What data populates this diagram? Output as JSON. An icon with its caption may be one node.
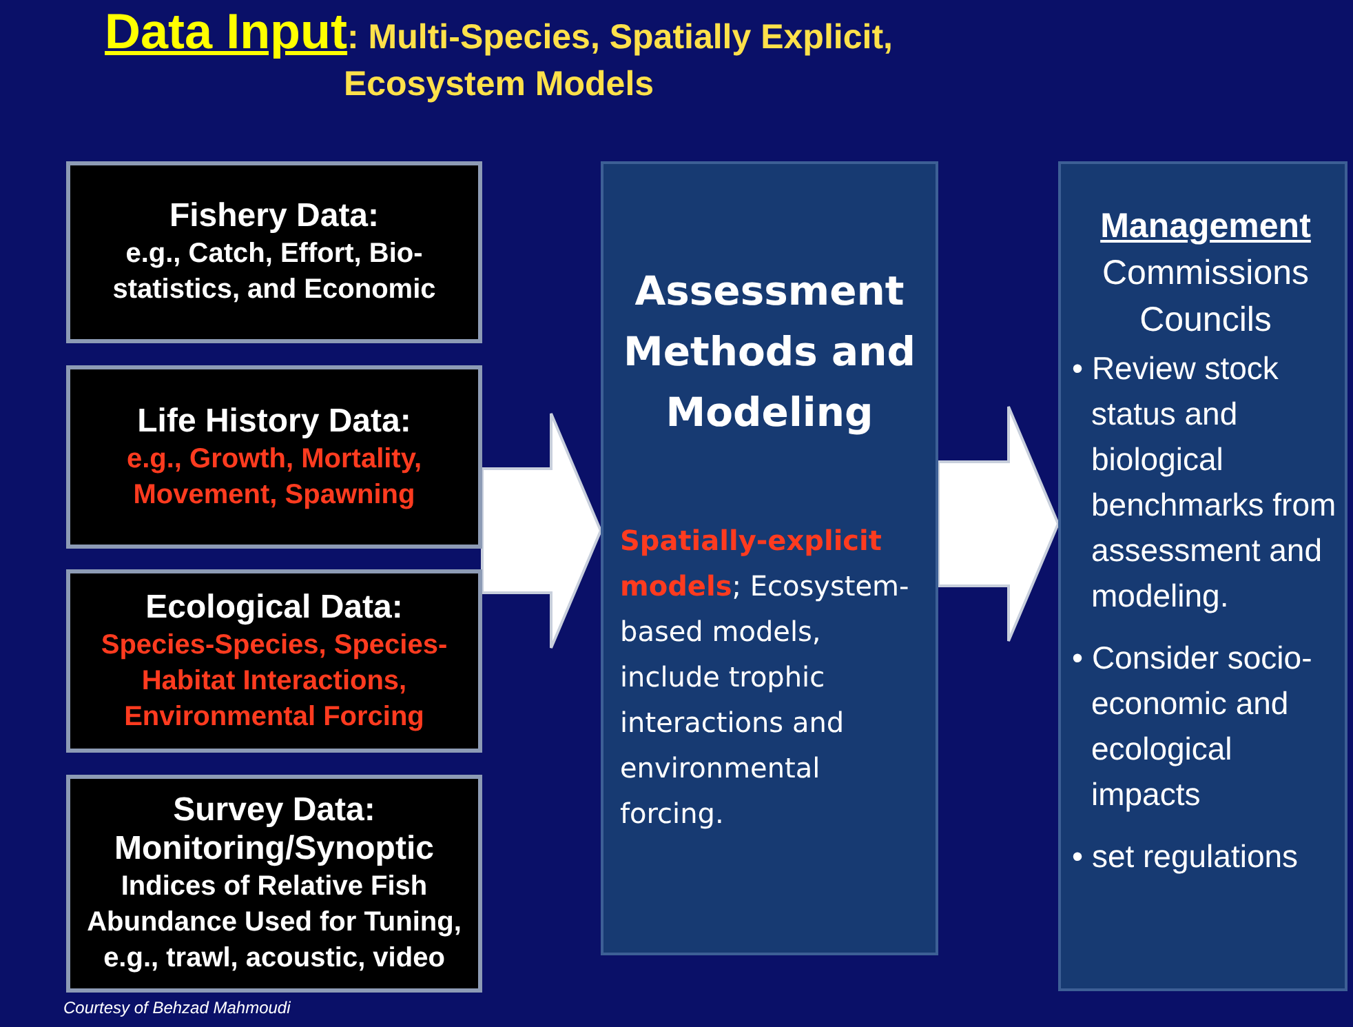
{
  "diagram": {
    "title": "**Data Input**: Multi-Species, Spatially Explicit, Ecosystem Models",
    "nodes": [
      {
        "text": [
          "Fishery Data:",
          "e.g., Catch, Effort, Bio-statistics, and Economic"
        ]
      },
      {
        "text": [
          "Life History Data:",
          "e.g., Growth, Mortality, Movement, Spawning"
        ]
      },
      {
        "text": [
          "Ecological Data:",
          "Species-Species, Species-Habitat Interactions, Environmental Forcing"
        ]
      },
      {
        "text": [
          "Survey Data:",
          "Monitoring/Synoptic",
          "Indices of Relative Fish Abundance Used for Tuning, e.g., trawl, acoustic, video"
        ]
      },
      {
        "text": [
          "Assessment Methods and Modeling",
          "**Spatially-explicit models**; Ecosystem-based models, include trophic interactions and environmental forcing."
        ]
      },
      {
        "text": [
          "Management",
          "Commissions Councils",
          "• Review stock status and biological benchmarks from assessment and modeling.",
          "• Consider socio-economic and ecological impacts",
          "• set regulations"
        ]
      }
    ],
    "edges": [
      {
        "from": 1,
        "to": 4,
        "arrow": "to"
      },
      {
        "from": 4,
        "to": 5,
        "arrow": "to"
      }
    ],
    "labels": [
      "Courtesy of Behzad Mahmoudi"
    ]
  }
}
